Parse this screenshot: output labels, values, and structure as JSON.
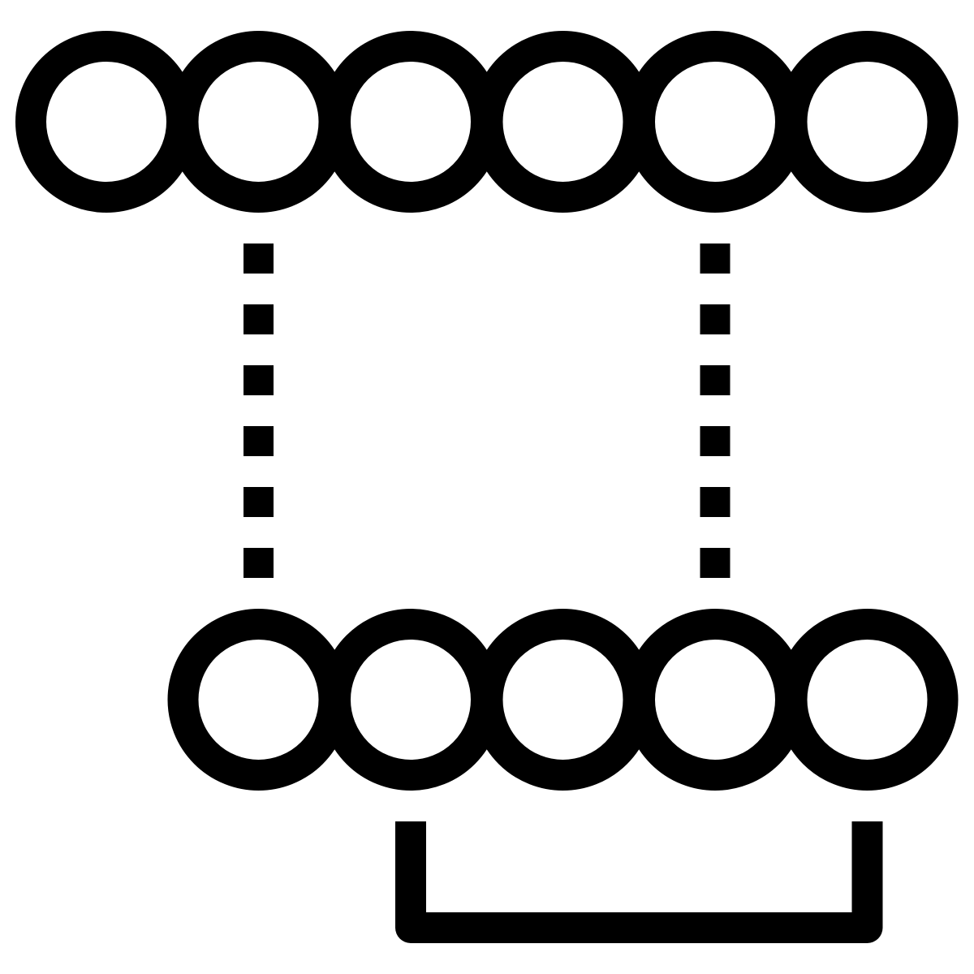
{
  "colors": {
    "stroke": "#000000",
    "background": "#ffffff"
  },
  "diagram": {
    "icon": "cells-alignment-icon",
    "top_row": {
      "circle_count": 6
    },
    "bottom_row": {
      "circle_count": 5
    },
    "dashed_connectors": {
      "count": 2,
      "connects": [
        {
          "from_top_index": 2,
          "to_bottom_index": 1
        },
        {
          "from_top_index": 5,
          "to_bottom_index": 4
        }
      ]
    },
    "bracket": {
      "spans_bottom_from_index": 2,
      "spans_bottom_to_index": 5
    }
  }
}
